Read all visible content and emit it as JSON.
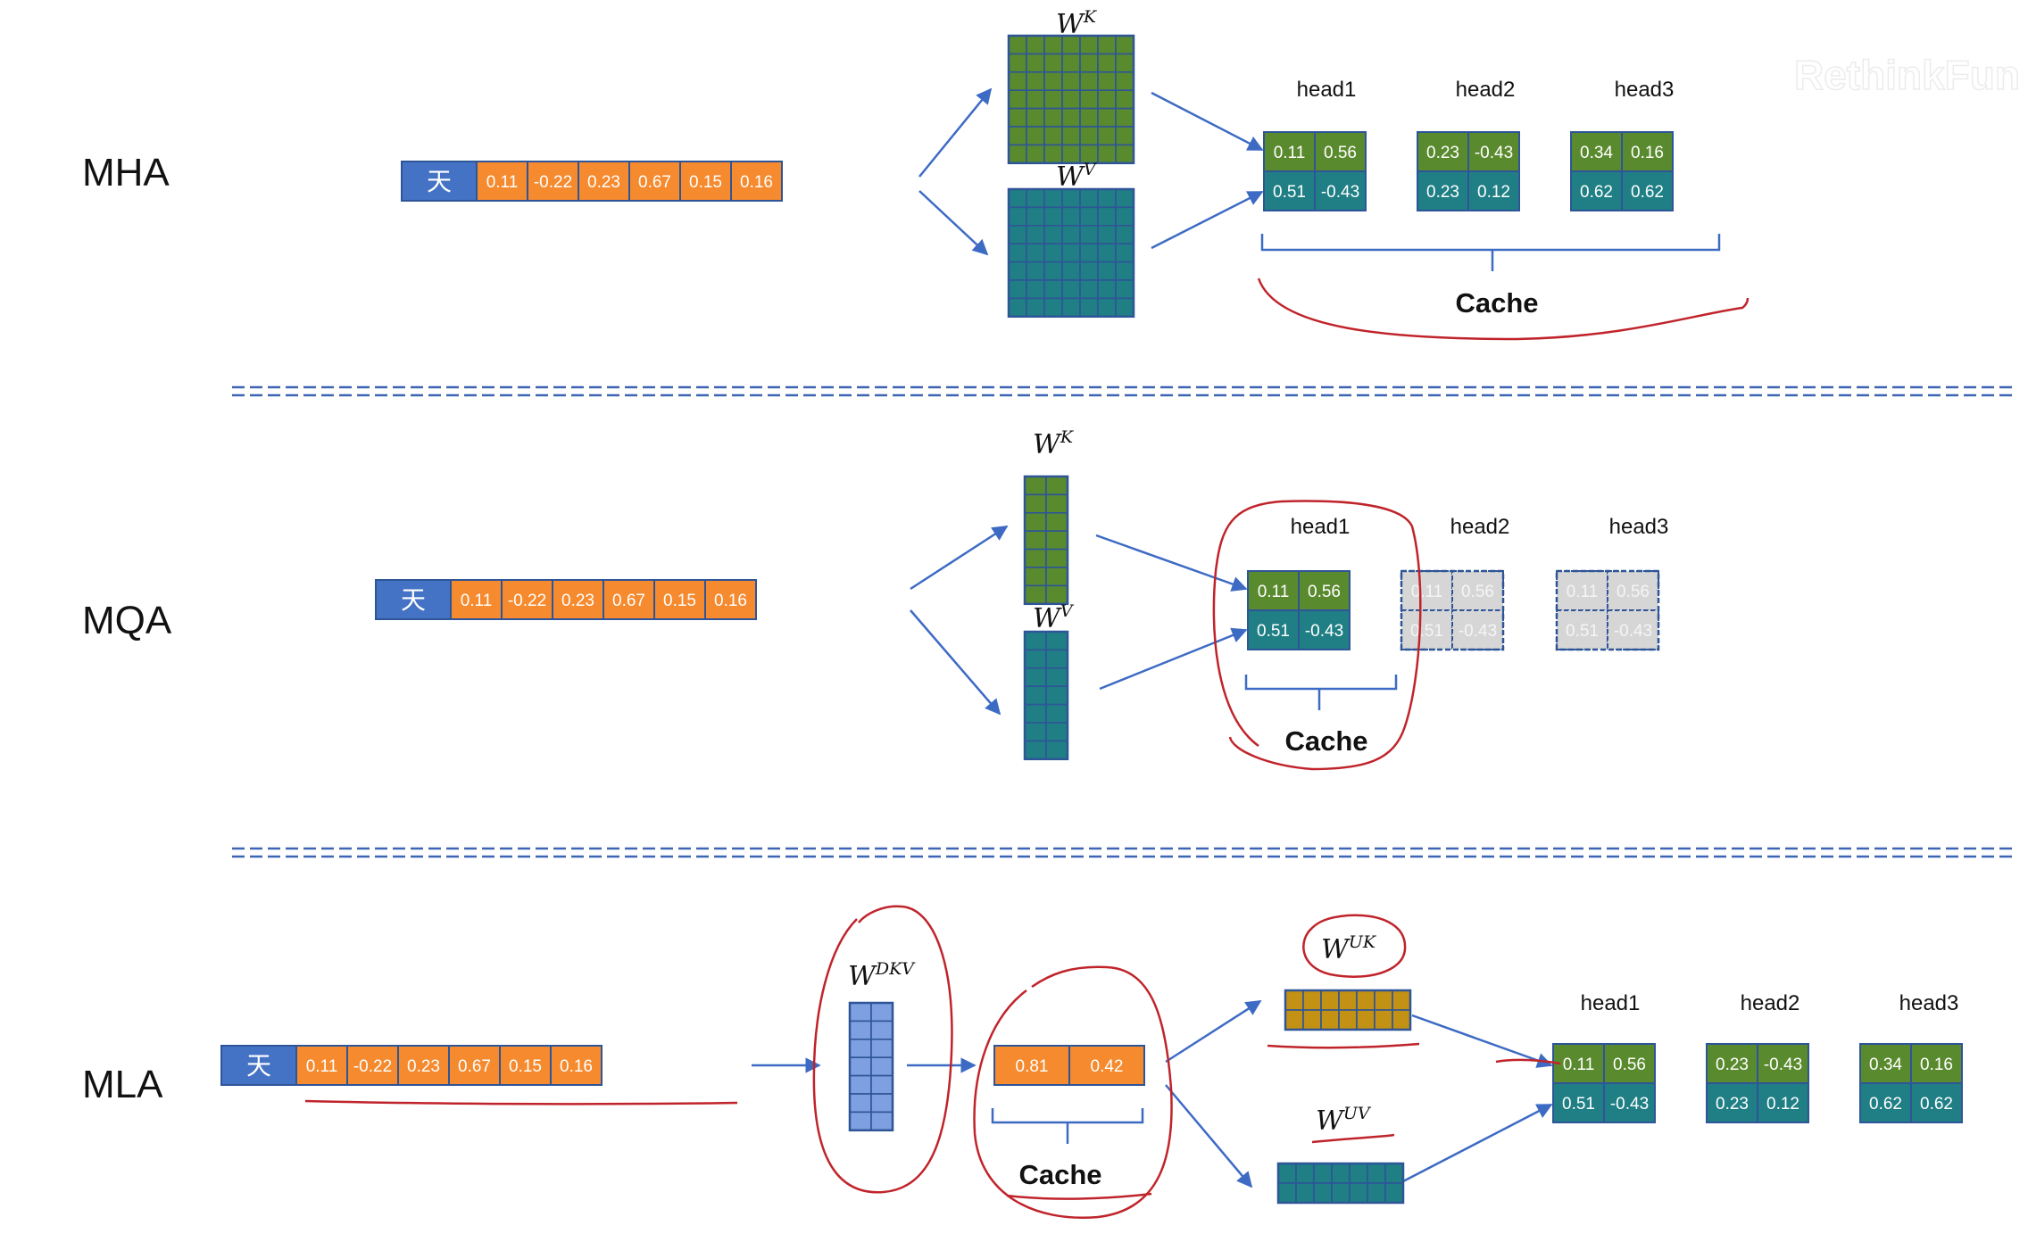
{
  "colors": {
    "blue": "#4472C4",
    "orange": "#F58A2E",
    "green": "#5A8A2E",
    "teal": "#1F7F84",
    "grid_border": "#2E5597",
    "latent_blue": "#7E9FE0",
    "mustard": "#C39113",
    "ghost": "#D6D6D6",
    "red_ink": "#C0242B",
    "arrow": "#3D6BC4"
  },
  "token": {
    "char": "天",
    "values": [
      "0.11",
      "-0.22",
      "0.23",
      "0.67",
      "0.15",
      "0.16"
    ]
  },
  "heads": [
    "head1",
    "head2",
    "head3"
  ],
  "kv_values": {
    "k": [
      [
        "0.11",
        "0.56"
      ],
      [
        "0.23",
        "-0.43"
      ],
      [
        "0.34",
        "0.16"
      ]
    ],
    "v": [
      [
        "0.51",
        "-0.43"
      ],
      [
        "0.23",
        "0.12"
      ],
      [
        "0.62",
        "0.62"
      ]
    ]
  },
  "mha": {
    "label": "MHA",
    "wk": "W",
    "wk_sup": "K",
    "wv": "W",
    "wv_sup": "V",
    "cache_label": "Cache"
  },
  "mqa": {
    "label": "MQA",
    "wk": "W",
    "wk_sup": "K",
    "wv": "W",
    "wv_sup": "V",
    "cache_label": "Cache",
    "ghost_k": [
      "0.11",
      "0.56"
    ],
    "ghost_v": [
      "0.51",
      "-0.43"
    ]
  },
  "mla": {
    "label": "MLA",
    "wdkv": "W",
    "wdkv_sup": "DKV",
    "latent": [
      "0.81",
      "0.42"
    ],
    "cache_label": "Cache",
    "wuk": "W",
    "wuk_sup": "UK",
    "wuv": "W",
    "wuv_sup": "UV"
  },
  "watermark": "RethinkFun"
}
